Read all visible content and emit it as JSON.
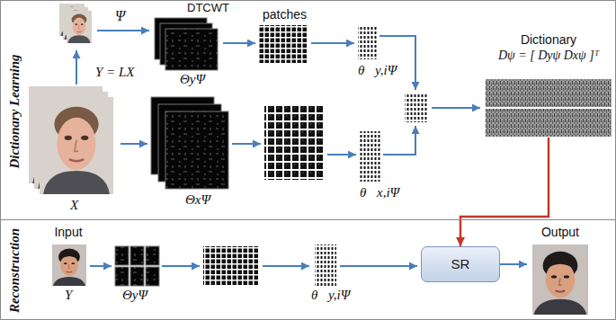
{
  "diagram": {
    "nodes": [
      {
        "text": [
          "Dictionary Learning"
        ]
      },
      {
        "text": [
          "Dictionary",
          "Dψ = [ Dyψ Dxψ ]ᵀ"
        ],
        "in": 0
      },
      {
        "text": [
          "Reconstruction"
        ]
      },
      {
        "text": [
          "Input"
        ],
        "in": 2
      },
      {
        "text": [
          "SR"
        ],
        "in": 2
      },
      {
        "text": [
          "Output"
        ],
        "in": 2
      }
    ],
    "edges": [
      {
        "from": 1,
        "to": 4,
        "arrow": "to"
      },
      {
        "from": 4,
        "to": 5,
        "arrow": "to"
      }
    ],
    "labels": [
      "Ψ",
      "DTCWT",
      "patches",
      "ΘyΨ",
      "Y = LX",
      "X",
      "ΘxΨ",
      "θ⃗y,iΨ",
      "θ⃗x,iΨ",
      "Y",
      "ΘyΨ",
      "θ⃗y,iΨ"
    ]
  }
}
